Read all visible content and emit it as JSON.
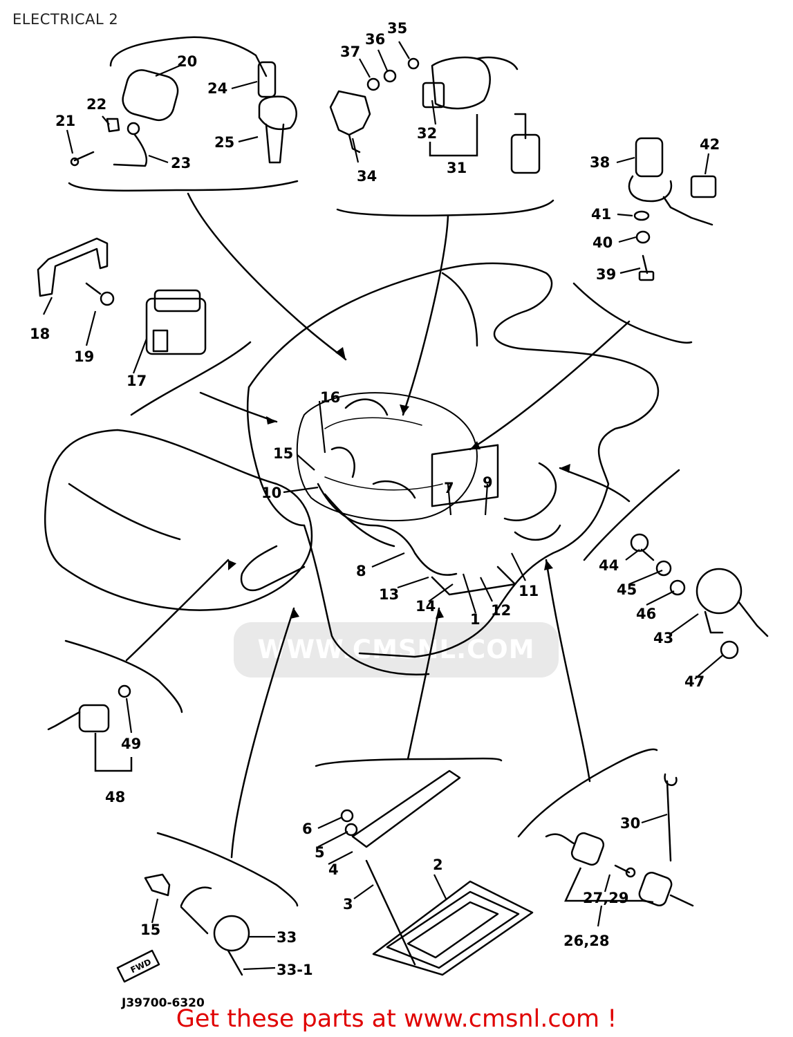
{
  "title": "ELECTRICAL 2",
  "watermark": "WWW.CMSNL.COM",
  "drawing_code": "J39700-6320",
  "forward_label": "FWD",
  "ad_text": "Get these parts at www.cmsnl.com !",
  "part_numbers": {
    "p1": "1",
    "p2": "2",
    "p3": "3",
    "p4": "4",
    "p5": "5",
    "p6": "6",
    "p7": "7",
    "p8": "8",
    "p9": "9",
    "p10": "10",
    "p11": "11",
    "p12": "12",
    "p13": "13",
    "p14": "14",
    "p15a": "15",
    "p15b": "15",
    "p16": "16",
    "p17": "17",
    "p18": "18",
    "p19": "19",
    "p20": "20",
    "p21": "21",
    "p22": "22",
    "p23": "23",
    "p24": "24",
    "p25": "25",
    "p26_28": "26,28",
    "p27_29": "27,29",
    "p30": "30",
    "p31": "31",
    "p32": "32",
    "p33": "33",
    "p33_1": "33-1",
    "p34": "34",
    "p35": "35",
    "p36": "36",
    "p37": "37",
    "p38": "38",
    "p39": "39",
    "p40": "40",
    "p41": "41",
    "p42": "42",
    "p43": "43",
    "p44": "44",
    "p45": "45",
    "p46": "46",
    "p47": "47",
    "p48": "48",
    "p49": "49"
  }
}
